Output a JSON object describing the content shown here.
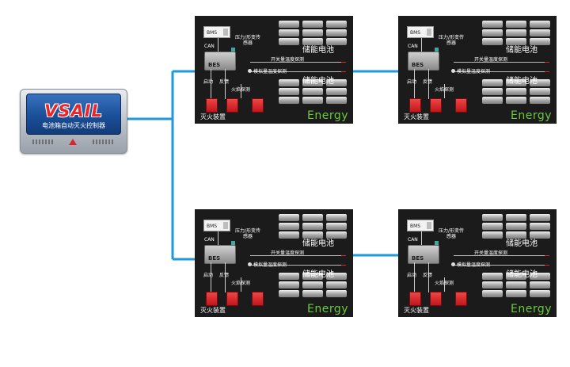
{
  "controller": {
    "logo": "VSAIL",
    "subtitle": "电池箱自动灭火控制器"
  },
  "cabinet_labels": {
    "bms": "BMS",
    "can": "CAN",
    "pressure_sensor": "压力/形变传感器",
    "bes": "BES",
    "extinguish_temp_probe": "开关量温度探测",
    "analog_temp_probe": "模拟量温度探测",
    "start": "启动",
    "feedback": "反馈",
    "fire_probe": "火焰探测",
    "extinguisher": "灭火装置",
    "battery": "储能电池",
    "energy": "Energy"
  },
  "cabinets": [
    {
      "id": "top-left"
    },
    {
      "id": "top-right"
    },
    {
      "id": "bottom-left"
    },
    {
      "id": "bottom-right"
    }
  ],
  "colors": {
    "link": "#1f9ad6",
    "cabinet_bg": "#1b1b1b",
    "energy_text": "#6cc93c",
    "fire_device": "#d8262a"
  }
}
